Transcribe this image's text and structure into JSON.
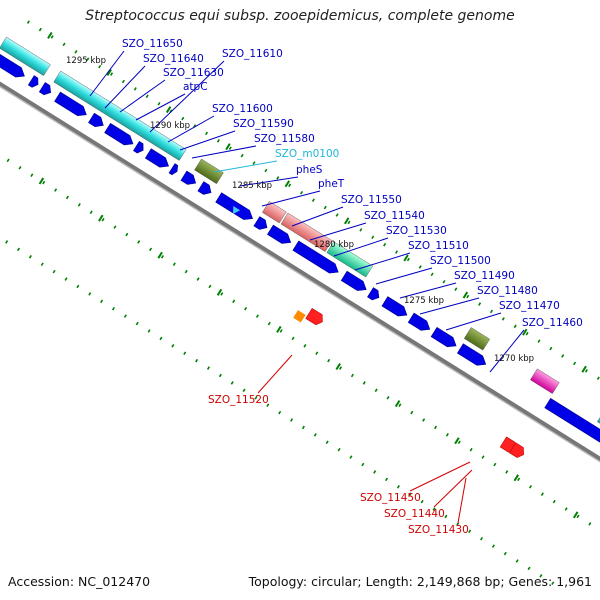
{
  "title": "Streptococcus equi subsp. zooepidemicus, complete genome",
  "accession": "Accession: NC_012470",
  "summary": "Topology: circular; Length: 2,149,868 bp; Genes: 1,961",
  "colors": {
    "backbone": "#777777",
    "cds": "#0000e0",
    "rRNA": "#30d0d0",
    "tRNA": "#40c8f0",
    "reverse_label": "#d00000",
    "forward_label": "#0000c0",
    "tick": "#008000"
  },
  "ticks": [
    "1295 kbp",
    "1290 kbp",
    "1285 kbp",
    "1280 kbp",
    "1275 kbp",
    "1270 kbp"
  ],
  "forward_labels": [
    "SZO_11650",
    "SZO_11640",
    "SZO_11630",
    "atpC",
    "SZO_11610",
    "SZO_11600",
    "SZO_11590",
    "SZO_11580",
    "SZO_m0100",
    "pheS",
    "pheT",
    "SZO_11550",
    "SZO_11540",
    "SZO_11530",
    "SZO_11510",
    "SZO_11500",
    "SZO_11490",
    "SZO_11480",
    "SZO_11470",
    "SZO_11460"
  ],
  "reverse_labels": [
    "SZO_11520",
    "SZO_11450",
    "SZO_11440",
    "SZO_11430"
  ]
}
